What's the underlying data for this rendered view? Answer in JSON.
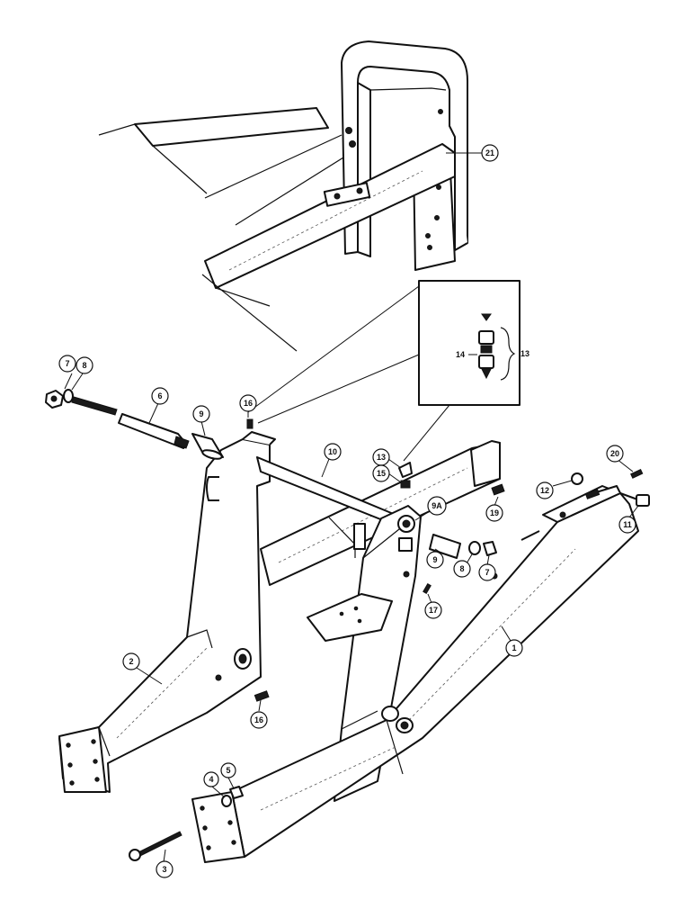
{
  "callouts": {
    "c1": "1",
    "c2": "2",
    "c3": "3",
    "c4": "4",
    "c5": "5",
    "c6": "6",
    "c7a": "7",
    "c7b": "7",
    "c8a": "8",
    "c8b": "8",
    "c9a": "9",
    "c9b": "9",
    "c9A": "9A",
    "c10": "10",
    "c11": "11",
    "c12": "12",
    "c13a": "13",
    "c13b": "13",
    "c14": "14",
    "c15": "15",
    "c16a": "16",
    "c16b": "16",
    "c17": "17",
    "c19": "19",
    "c20": "20",
    "c21": "21"
  }
}
